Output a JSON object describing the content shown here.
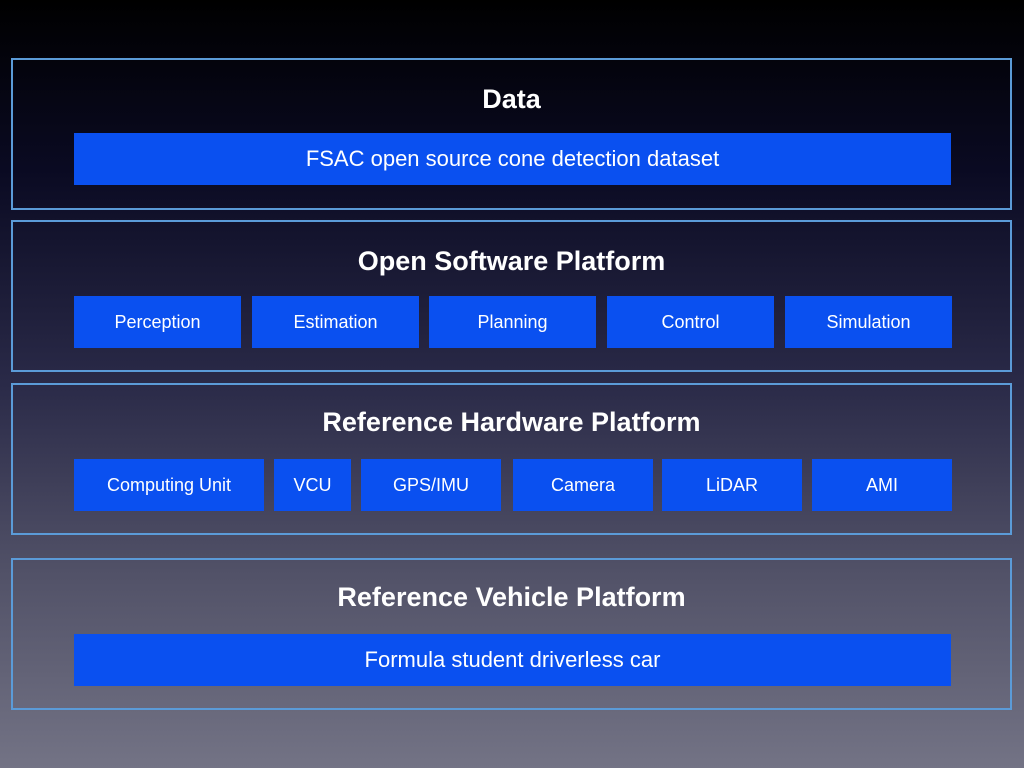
{
  "layers": {
    "data": {
      "title": "Data",
      "items": [
        "FSAC open source cone detection dataset"
      ]
    },
    "software": {
      "title": "Open Software Platform",
      "items": [
        "Perception",
        "Estimation",
        "Planning",
        "Control",
        "Simulation"
      ]
    },
    "hardware": {
      "title": "Reference Hardware Platform",
      "items": [
        "Computing Unit",
        "VCU",
        "GPS/IMU",
        "Camera",
        "LiDAR",
        "AMI"
      ]
    },
    "vehicle": {
      "title": "Reference Vehicle Platform",
      "items": [
        "Formula student driverless car"
      ]
    }
  },
  "colors": {
    "border": "#5b9bd8",
    "box": "#0a50f0",
    "text": "#ffffff"
  }
}
